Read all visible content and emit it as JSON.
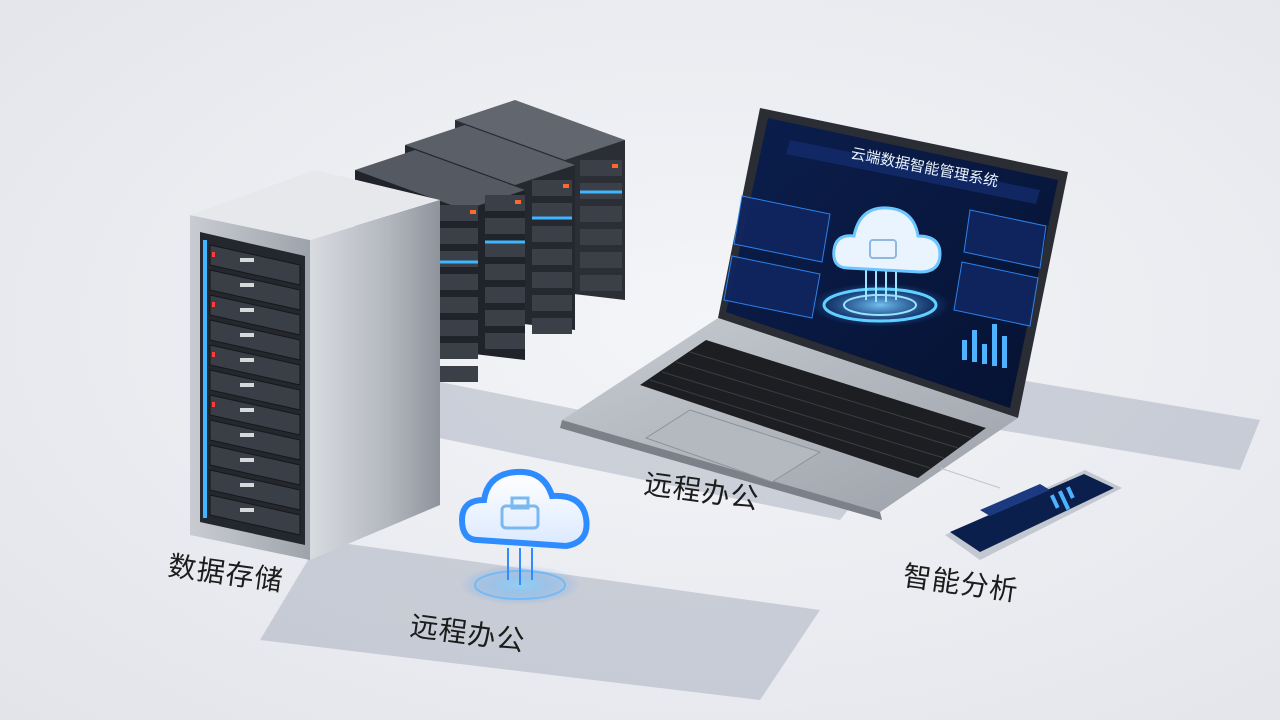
{
  "labels": {
    "data_storage": "数据存储",
    "remote_office_1": "远程办公",
    "remote_office_2": "远程办公",
    "smart_analysis": "智能分析"
  },
  "laptop_screen": {
    "title": "云端数据智能管理系统"
  },
  "colors": {
    "accent_blue": "#2f8cff",
    "screen_bg": "#0a1a3f",
    "server_body": "#b8bcc4",
    "rack_dark": "#2a2d33"
  },
  "icons": [
    "cloud-icon",
    "server-rack-icon",
    "laptop-icon",
    "smartphone-icon",
    "bar-chart-icon"
  ]
}
